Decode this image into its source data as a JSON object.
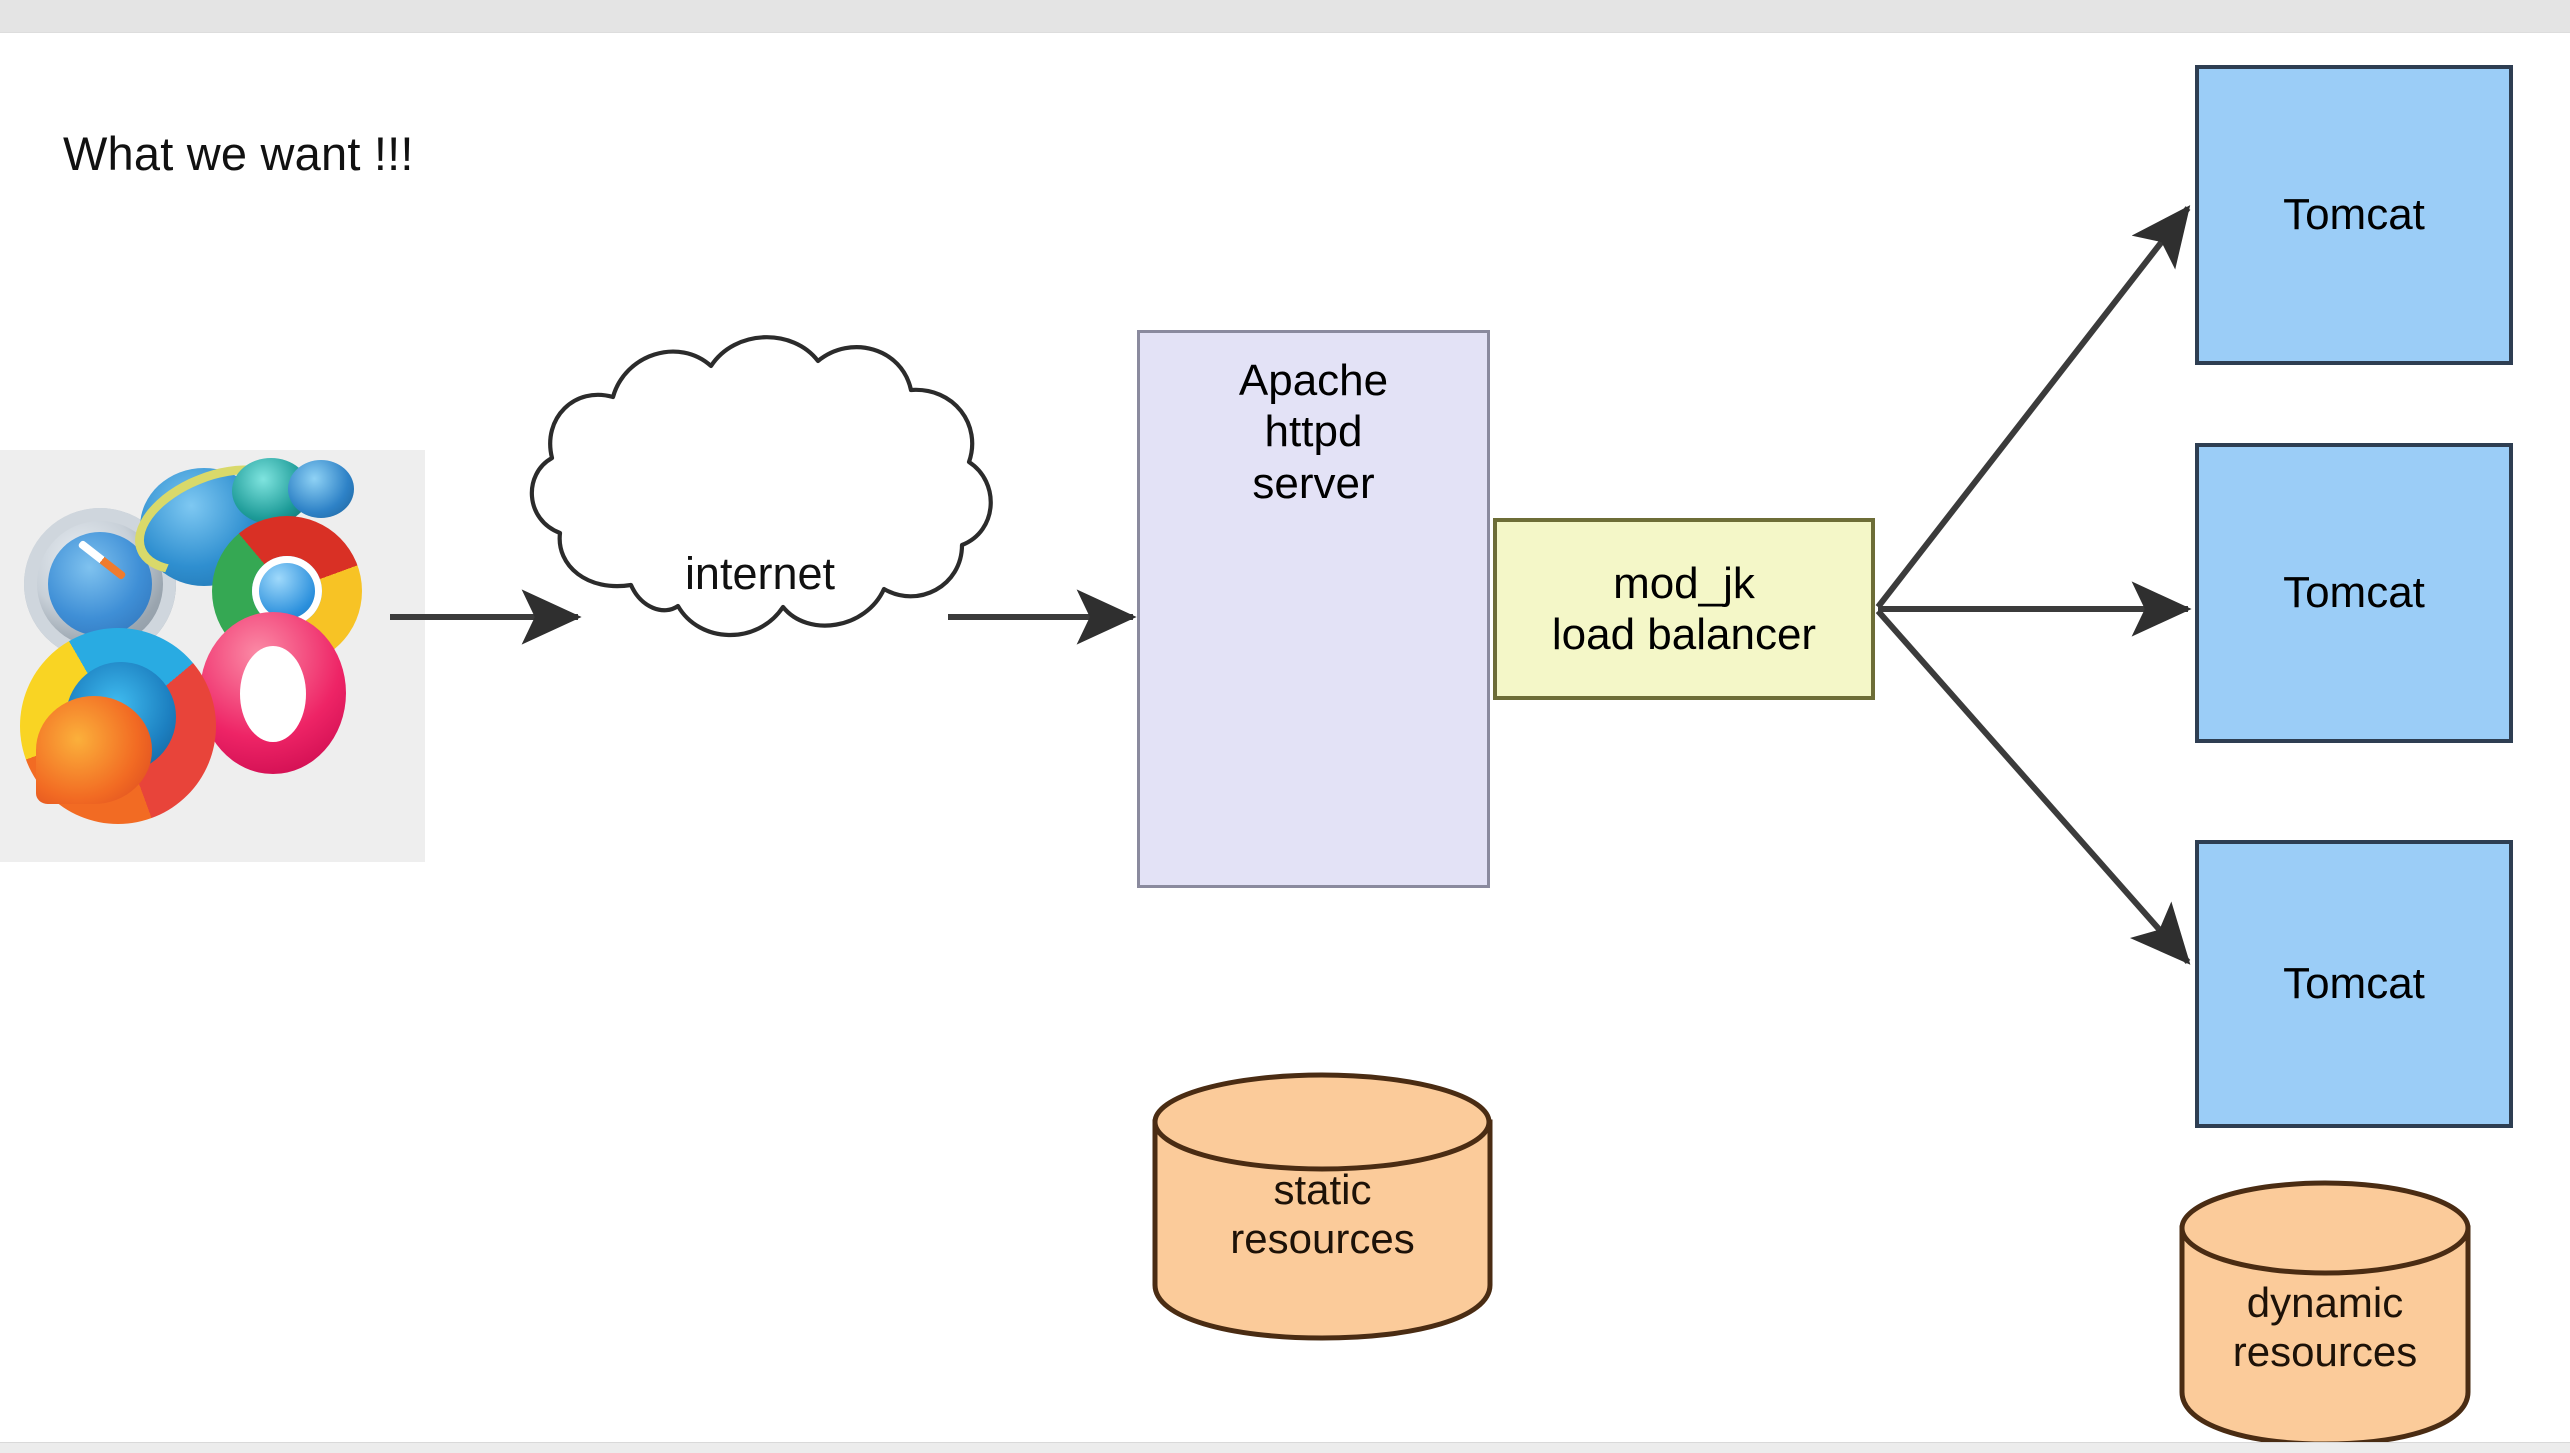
{
  "page": {
    "title": "What we want !!!",
    "background": "#ffffff",
    "top_band_color": "#e4e4e4",
    "bottom_band_color": "#ececec"
  },
  "nodes": {
    "browsers": {
      "name": "web-browsers",
      "caption": "",
      "logos": [
        "safari",
        "internet-explorer",
        "chrome",
        "firefox",
        "opera"
      ],
      "background": "#eeeeee"
    },
    "cloud": {
      "label": "internet",
      "stroke": "#2b2b2b",
      "fill": "#ffffff"
    },
    "apache": {
      "label": "Apache\nhttpd\nserver",
      "line1": "Apache",
      "line2": "httpd",
      "line3": "server",
      "fill": "#e3e2f6",
      "stroke": "#8a8a9e"
    },
    "modjk": {
      "line1": "mod_jk",
      "line2": "load balancer",
      "fill": "#f4f7c8",
      "stroke": "#6d6d37"
    },
    "tomcats": [
      {
        "label": "Tomcat",
        "fill": "#9bcdf7",
        "stroke": "#2e3e52"
      },
      {
        "label": "Tomcat",
        "fill": "#9bcdf7",
        "stroke": "#2e3e52"
      },
      {
        "label": "Tomcat",
        "fill": "#9bcdf7",
        "stroke": "#2e3e52"
      }
    ],
    "static_store": {
      "line1": "static",
      "line2": "resources",
      "fill": "#fbcb9a",
      "stroke": "#4a2c13"
    },
    "dynamic_store": {
      "line1": "dynamic",
      "line2": "resources",
      "fill": "#fbcb9a",
      "stroke": "#4a2c13"
    }
  },
  "edges": [
    {
      "from": "browsers",
      "to": "cloud",
      "style": "solid-arrow"
    },
    {
      "from": "cloud",
      "to": "apache",
      "style": "solid-arrow"
    },
    {
      "from": "modjk",
      "to": "tomcat-1",
      "style": "solid-arrow"
    },
    {
      "from": "modjk",
      "to": "tomcat-2",
      "style": "solid-arrow"
    },
    {
      "from": "modjk",
      "to": "tomcat-3",
      "style": "solid-arrow"
    }
  ],
  "colors": {
    "arrow": "#3b3b3b",
    "text": "#111111"
  }
}
